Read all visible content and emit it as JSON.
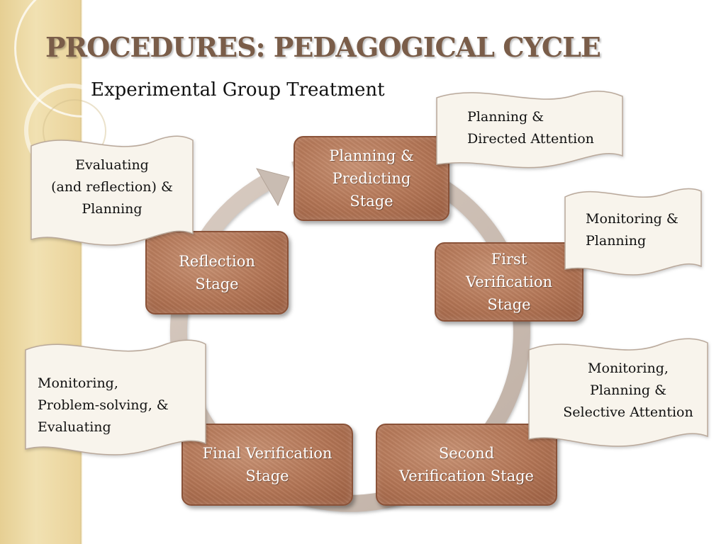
{
  "slide": {
    "title": "PROCEDURES:  PEDAGOGICAL CYCLE",
    "subtitle": "Experimental Group Treatment"
  },
  "stages": {
    "planning": "Planning &\nPredicting\nStage",
    "first_verification": "First\nVerification\nStage",
    "second_verification": "Second\nVerification Stage",
    "final_verification": "Final Verification\nStage",
    "reflection": "Reflection\nStage"
  },
  "notes": {
    "planning": "Planning &\nDirected Attention",
    "first_verification": "Monitoring &\nPlanning",
    "second_verification": "Monitoring,\nPlanning &\nSelective Attention",
    "final_verification": "Monitoring,\nProblem-solving, &\nEvaluating",
    "reflection": "Evaluating\n(and reflection) &\nPlanning"
  },
  "colors": {
    "title": "#7a5d49",
    "stage_fill": "#b37555",
    "note_fill": "#f7f3ea",
    "cycle_arrow": "#cbbdb4",
    "side_band": "#eed9a4"
  },
  "icons": {
    "cycle": "circular-arrow-icon"
  }
}
